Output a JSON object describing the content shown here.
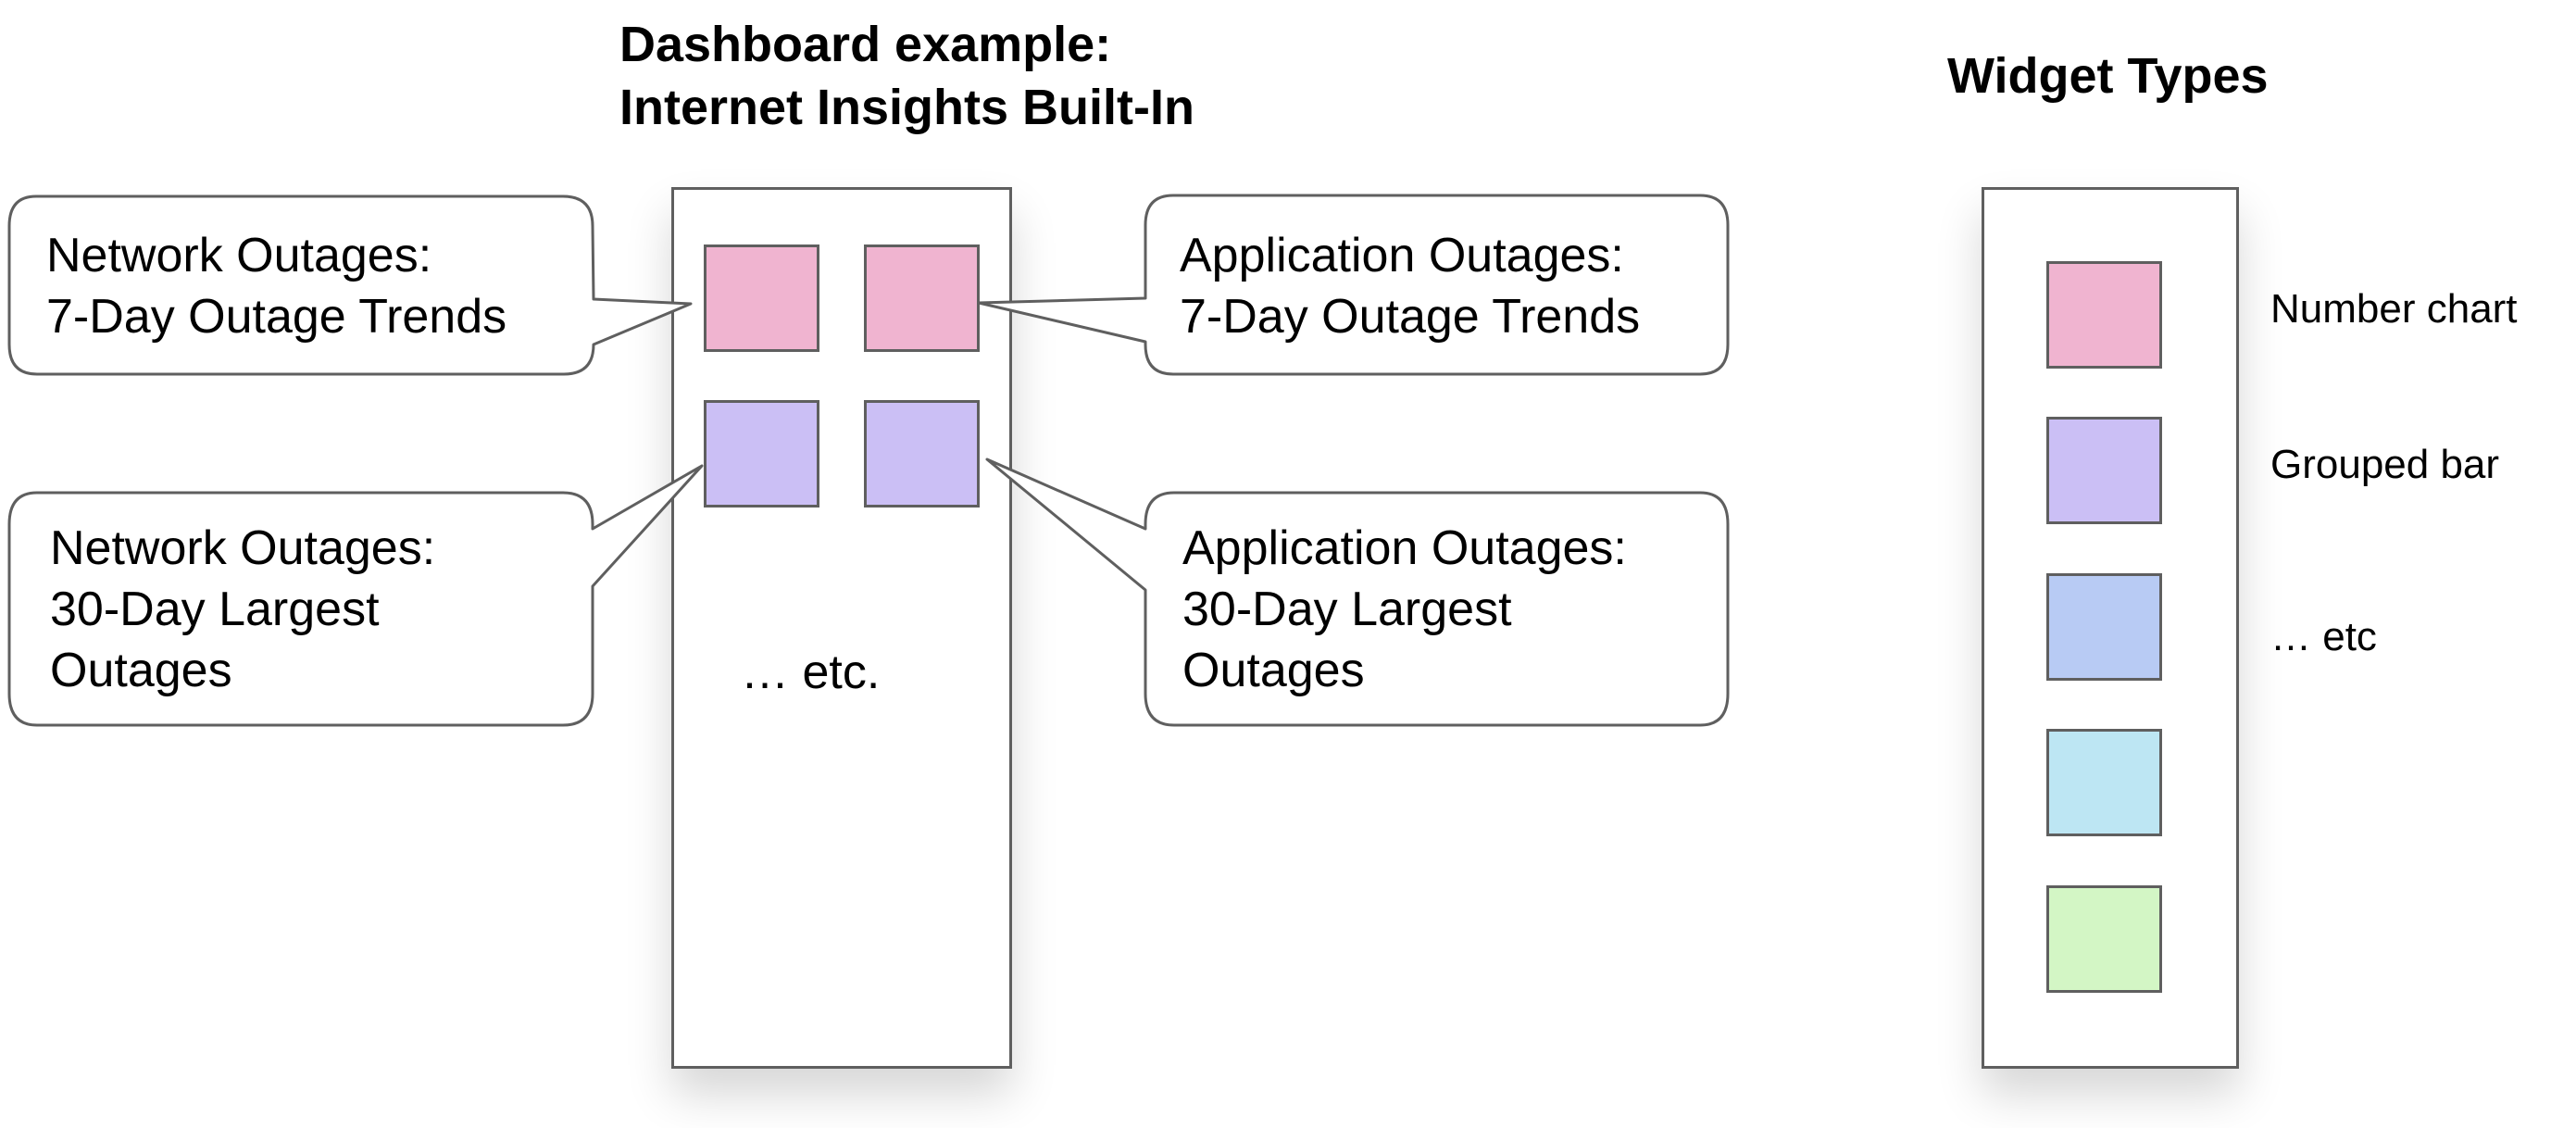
{
  "dashboard": {
    "title_line1": "Dashboard example:",
    "title_line2": "Internet Insights Built-In",
    "etc_label": "… etc."
  },
  "callouts": {
    "network_7day": {
      "line1": "Network Outages:",
      "line2": "7-Day Outage Trends"
    },
    "network_30day": {
      "line1": "Network Outages:",
      "line2": "30-Day Largest",
      "line3": "Outages"
    },
    "application_7day": {
      "line1": "Application Outages:",
      "line2": "7-Day Outage Trends"
    },
    "application_30day": {
      "line1": "Application Outages:",
      "line2": "30-Day Largest",
      "line3": "Outages"
    }
  },
  "widget_types": {
    "title": "Widget Types",
    "labels": [
      "Number chart",
      "Grouped bar",
      "… etc"
    ]
  },
  "colors": {
    "number_chart": "#f0b4d0",
    "grouped_bar": "#cbbff5",
    "blue": "#b8cbf4",
    "cyan": "#bde6f3",
    "green": "#d3f6c5",
    "outline": "#5f5f5f"
  }
}
